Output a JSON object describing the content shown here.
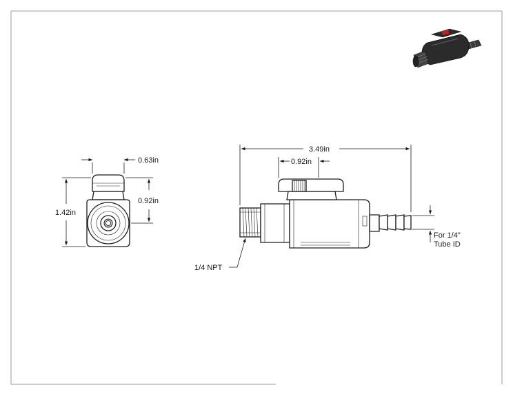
{
  "dimensions": {
    "end_width": "0.63in",
    "end_handle_height": "0.92in",
    "end_total_height": "1.42in",
    "side_total_length": "3.49in",
    "side_handle_width": "0.92in"
  },
  "callouts": {
    "thread": "1/4 NPT",
    "tube_line1": "For 1/4\"",
    "tube_line2": "Tube ID"
  },
  "colors": {
    "line": "#1a1a1a",
    "border": "#9a9a9a",
    "valve_body": "#2b2b2b",
    "valve_handle": "#c41e1e"
  }
}
